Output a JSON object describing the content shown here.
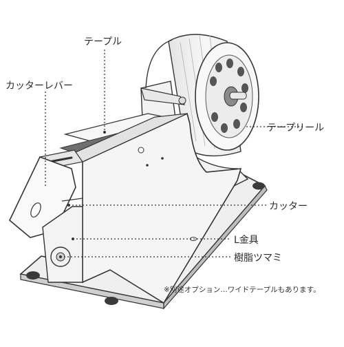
{
  "labels": {
    "tape": "テープル",
    "cutter_lever": "カッターレバー",
    "tape_reel": "テープリール",
    "cutter": "カッター",
    "l_bracket": "L金具",
    "resin_knob": "樹脂ツマミ"
  },
  "note": "※別途オプション…ワイドテープルもあります。",
  "colors": {
    "line": "#333333",
    "metal_light": "#f4f4f4",
    "metal_shade": "#d9d9d9",
    "tape_dark": "#6f6f6f",
    "foot": "#3a3a3a"
  }
}
